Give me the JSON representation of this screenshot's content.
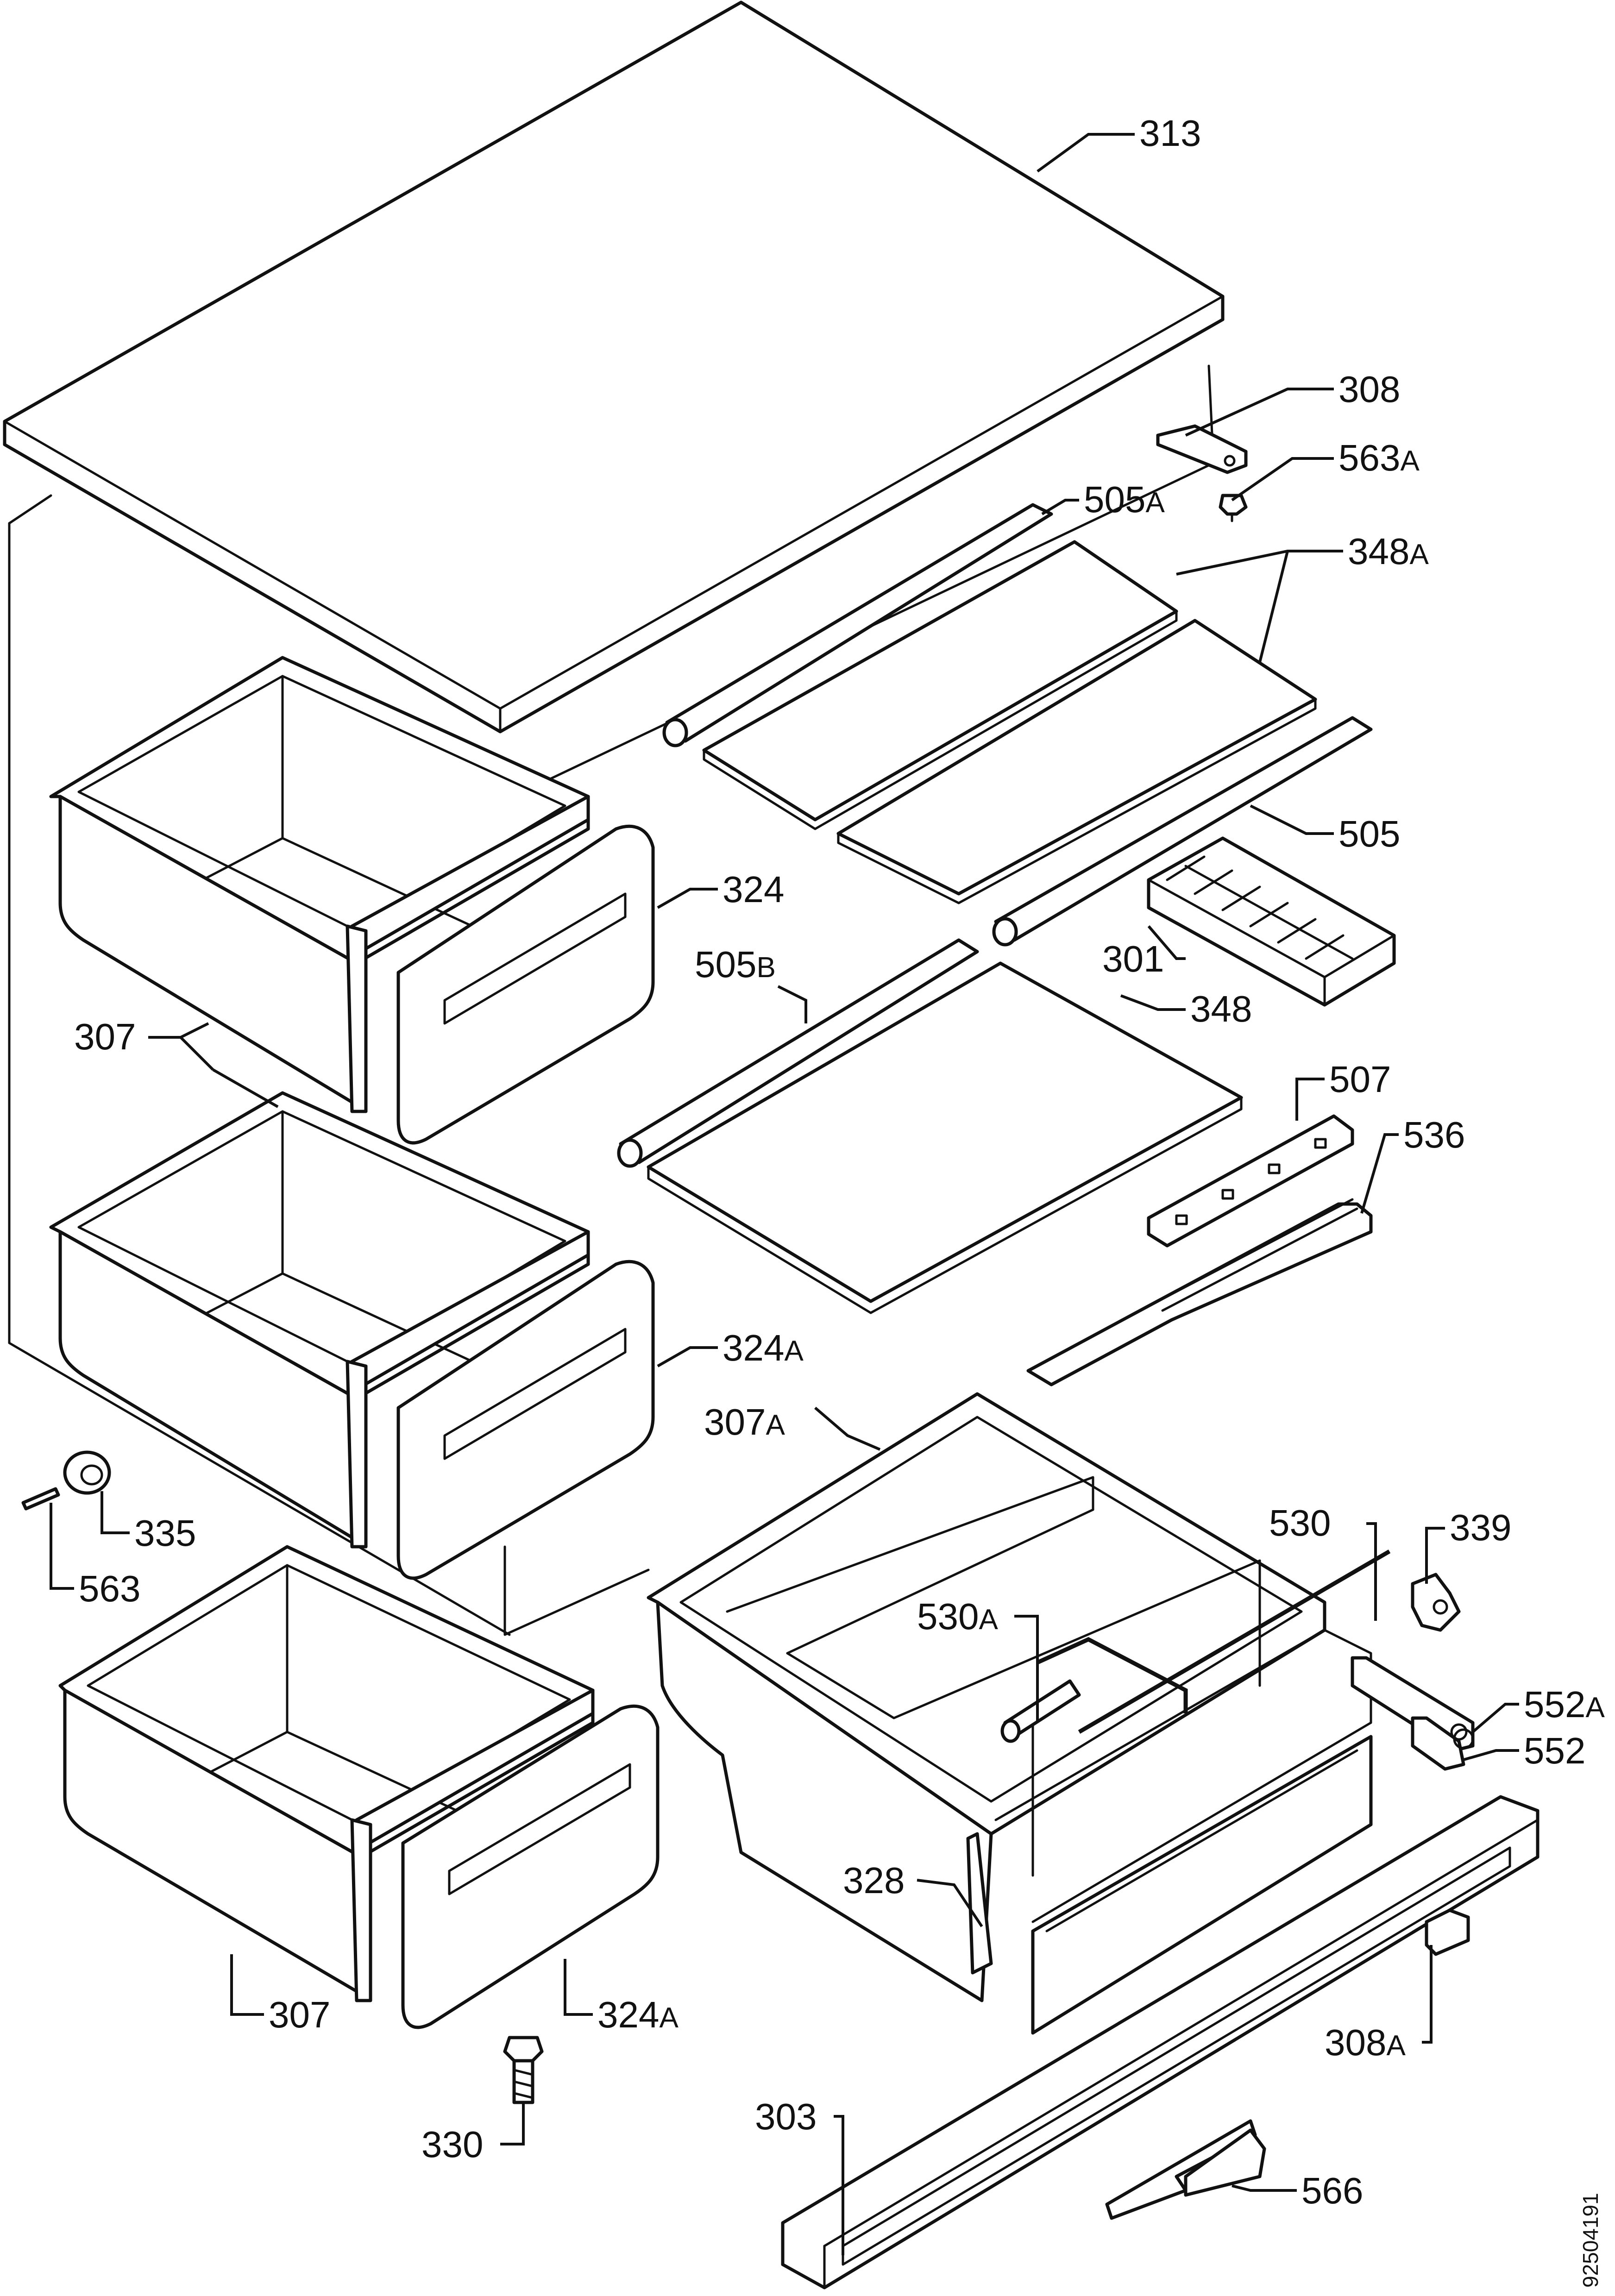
{
  "callouts": [
    {
      "id": "313",
      "num": "313",
      "suffix": ""
    },
    {
      "id": "308",
      "num": "308",
      "suffix": ""
    },
    {
      "id": "563a",
      "num": "563",
      "suffix": "A"
    },
    {
      "id": "505a",
      "num": "505",
      "suffix": "A"
    },
    {
      "id": "348a",
      "num": "348",
      "suffix": "A"
    },
    {
      "id": "505",
      "num": "505",
      "suffix": ""
    },
    {
      "id": "324",
      "num": "324",
      "suffix": ""
    },
    {
      "id": "301",
      "num": "301",
      "suffix": ""
    },
    {
      "id": "505b",
      "num": "505",
      "suffix": "B"
    },
    {
      "id": "348",
      "num": "348",
      "suffix": ""
    },
    {
      "id": "307",
      "num": "307",
      "suffix": ""
    },
    {
      "id": "507",
      "num": "507",
      "suffix": ""
    },
    {
      "id": "536",
      "num": "536",
      "suffix": ""
    },
    {
      "id": "324a",
      "num": "324",
      "suffix": "A"
    },
    {
      "id": "307a",
      "num": "307",
      "suffix": "A"
    },
    {
      "id": "530",
      "num": "530",
      "suffix": ""
    },
    {
      "id": "339",
      "num": "339",
      "suffix": ""
    },
    {
      "id": "335",
      "num": "335",
      "suffix": ""
    },
    {
      "id": "530a",
      "num": "530",
      "suffix": "A"
    },
    {
      "id": "563",
      "num": "563",
      "suffix": ""
    },
    {
      "id": "552a",
      "num": "552",
      "suffix": "A"
    },
    {
      "id": "552",
      "num": "552",
      "suffix": ""
    },
    {
      "id": "328",
      "num": "328",
      "suffix": ""
    },
    {
      "id": "307b",
      "num": "307",
      "suffix": ""
    },
    {
      "id": "324a2",
      "num": "324",
      "suffix": "A"
    },
    {
      "id": "308a",
      "num": "308",
      "suffix": "A"
    },
    {
      "id": "330",
      "num": "330",
      "suffix": ""
    },
    {
      "id": "303",
      "num": "303",
      "suffix": ""
    },
    {
      "id": "566",
      "num": "566",
      "suffix": ""
    }
  ],
  "document_number": "92504191"
}
